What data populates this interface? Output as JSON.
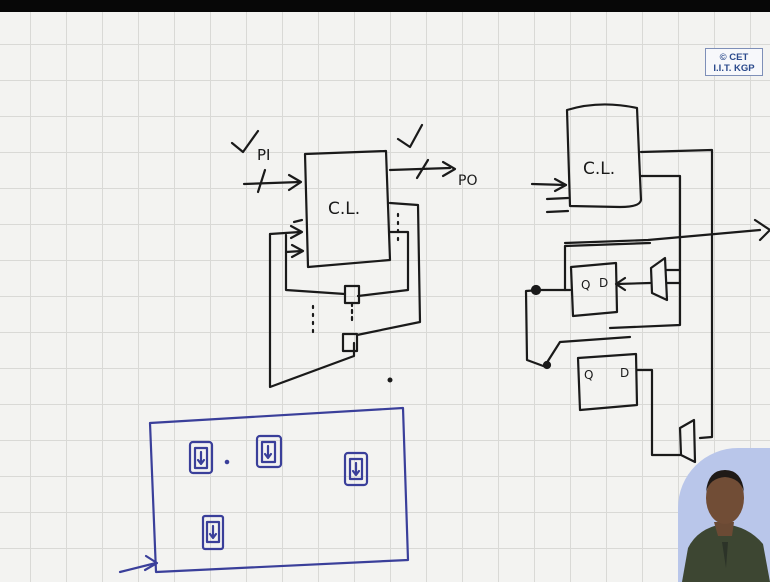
{
  "watermark": {
    "line1": "© CET",
    "line2": "I.I.T. KGP"
  },
  "left_circuit": {
    "block_label": "C.L.",
    "input_label": "PI",
    "output_label": "PO"
  },
  "right_circuit": {
    "block_label": "C.L.",
    "flipflop_top": {
      "q": "Q",
      "d": "D"
    },
    "flipflop_bottom": {
      "q": "Q",
      "d": "D"
    }
  },
  "colors": {
    "ink": "#1a1a1a",
    "blue_ink": "#3a3f9a",
    "grid": "#d9d9d6",
    "paper": "#f3f3f1"
  }
}
